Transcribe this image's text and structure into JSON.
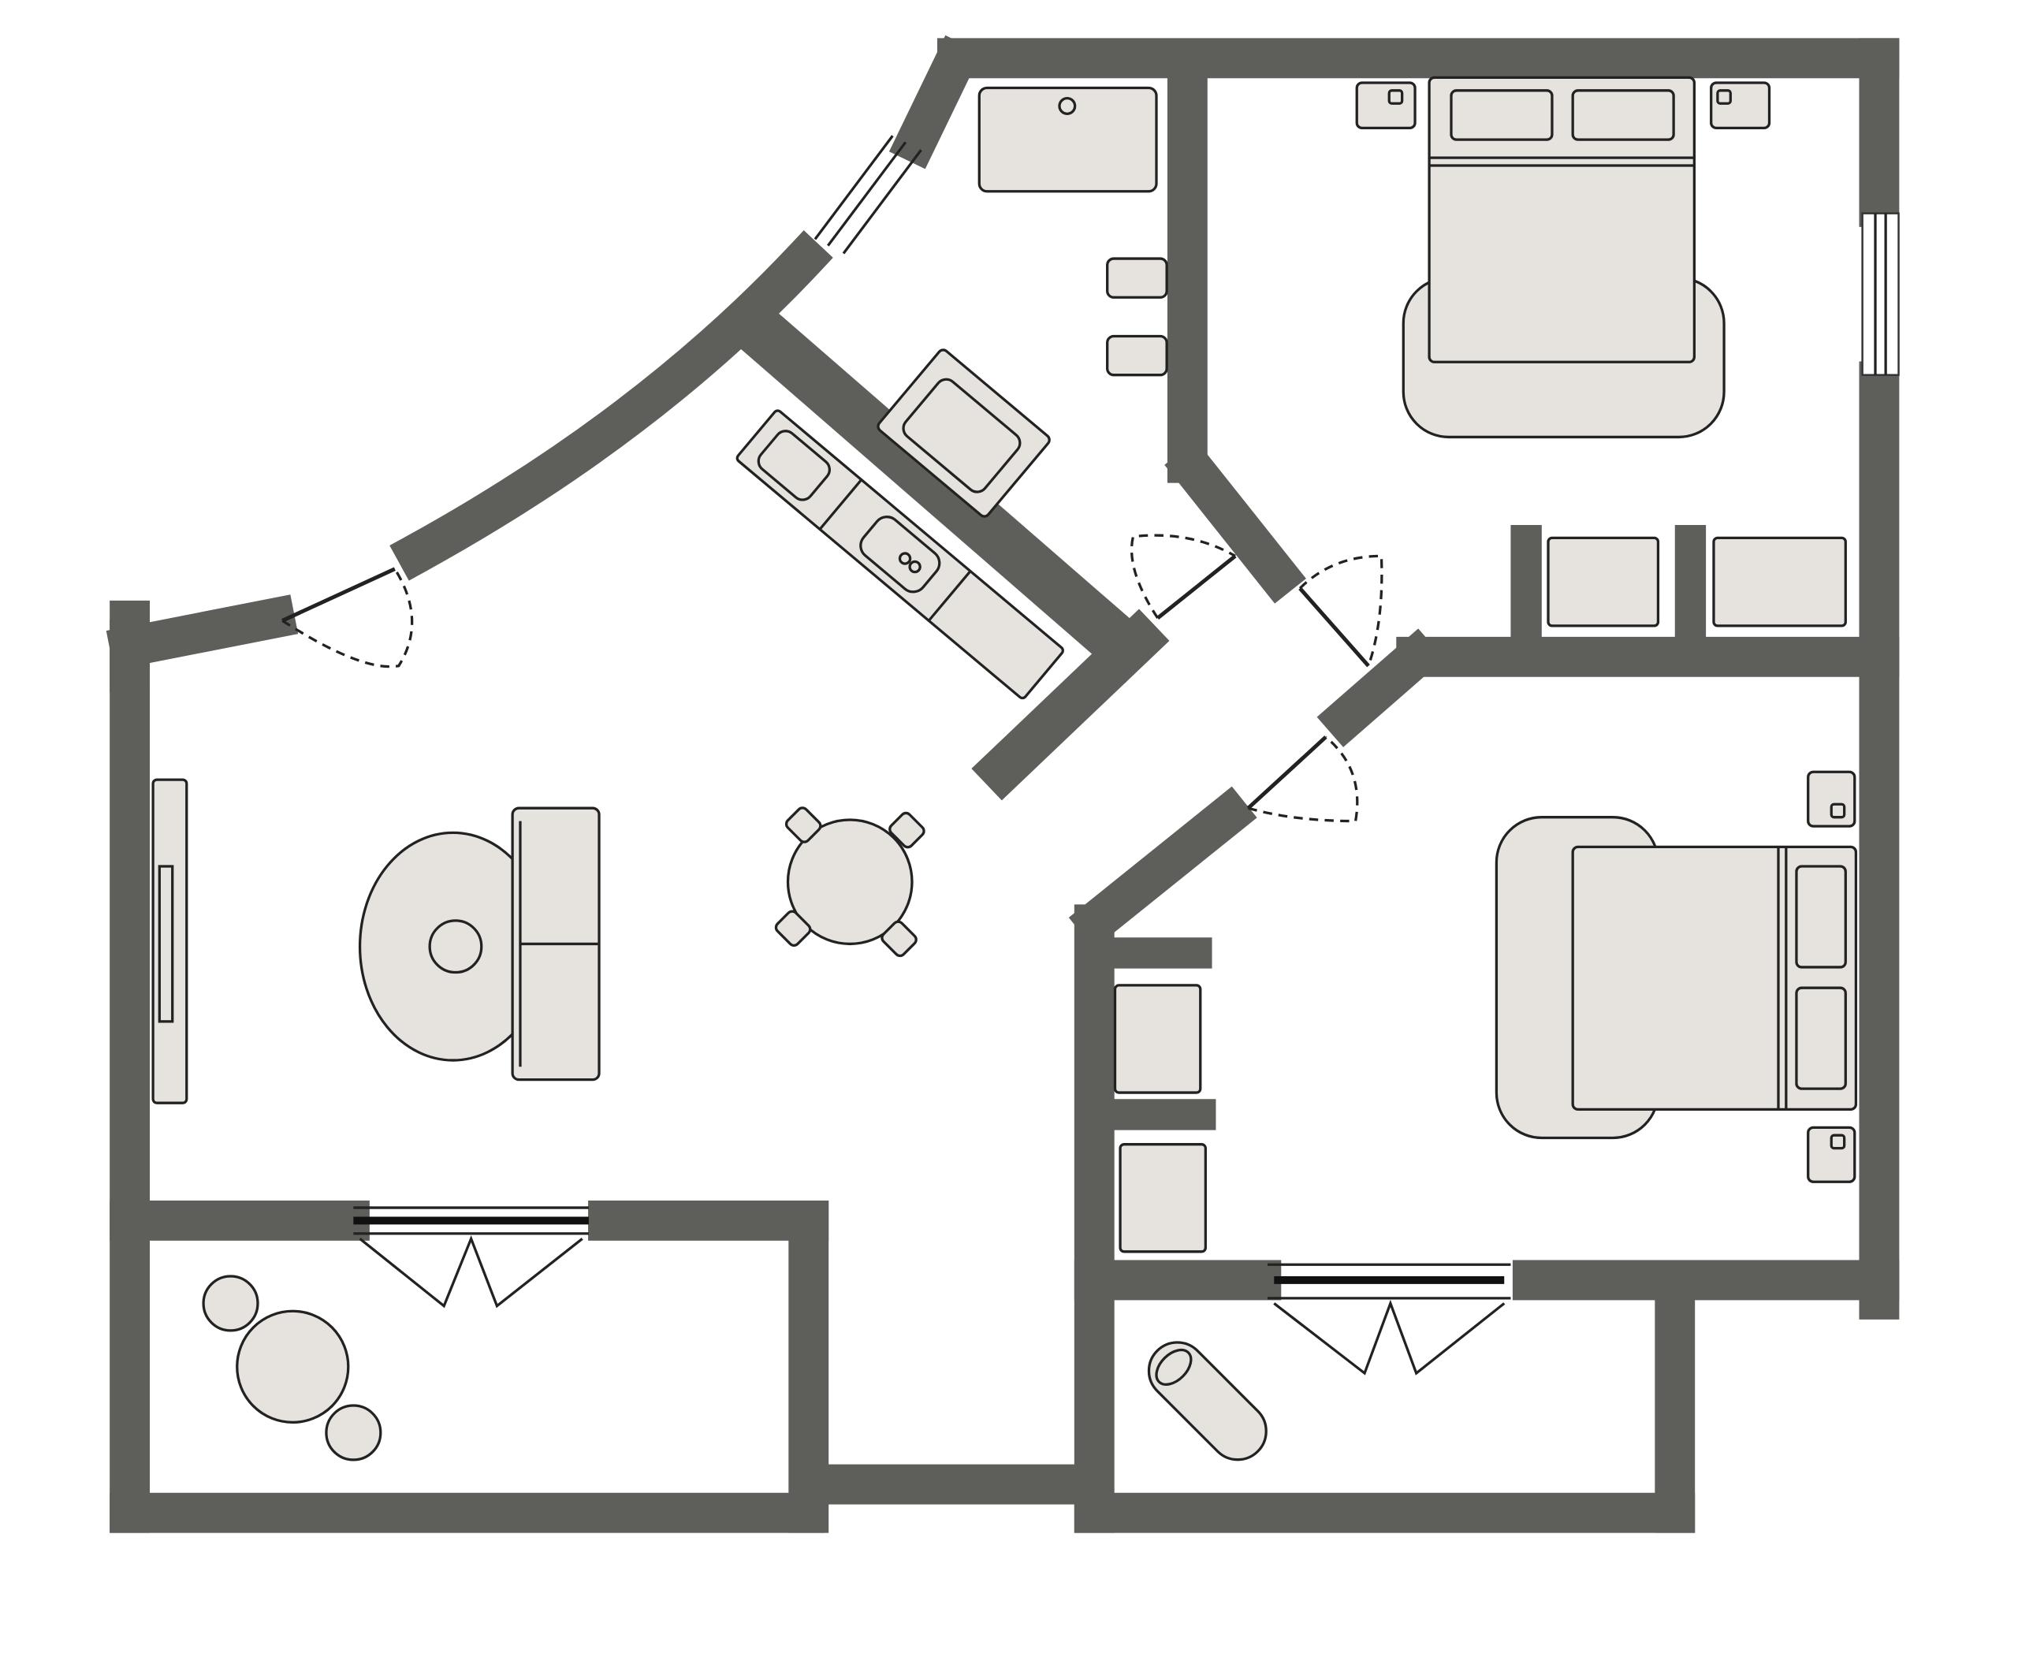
{
  "colors": {
    "wall": "#5e5f5a",
    "furniture": "#e6e3df",
    "outline": "#222222",
    "background": "#ffffff"
  },
  "rooms": [
    {
      "id": "living-room"
    },
    {
      "id": "kitchen"
    },
    {
      "id": "bathroom"
    },
    {
      "id": "bedroom-1"
    },
    {
      "id": "bedroom-2"
    },
    {
      "id": "balcony-left"
    },
    {
      "id": "balcony-right"
    }
  ]
}
